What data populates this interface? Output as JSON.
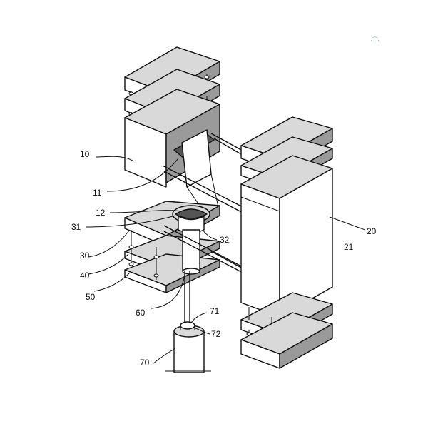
{
  "figure": {
    "labels": [
      "10",
      "11",
      "12",
      "31",
      "30",
      "40",
      "50",
      "60",
      "32",
      "20",
      "21",
      "71",
      "72",
      "70"
    ],
    "corner_mark": "·⁀·"
  }
}
